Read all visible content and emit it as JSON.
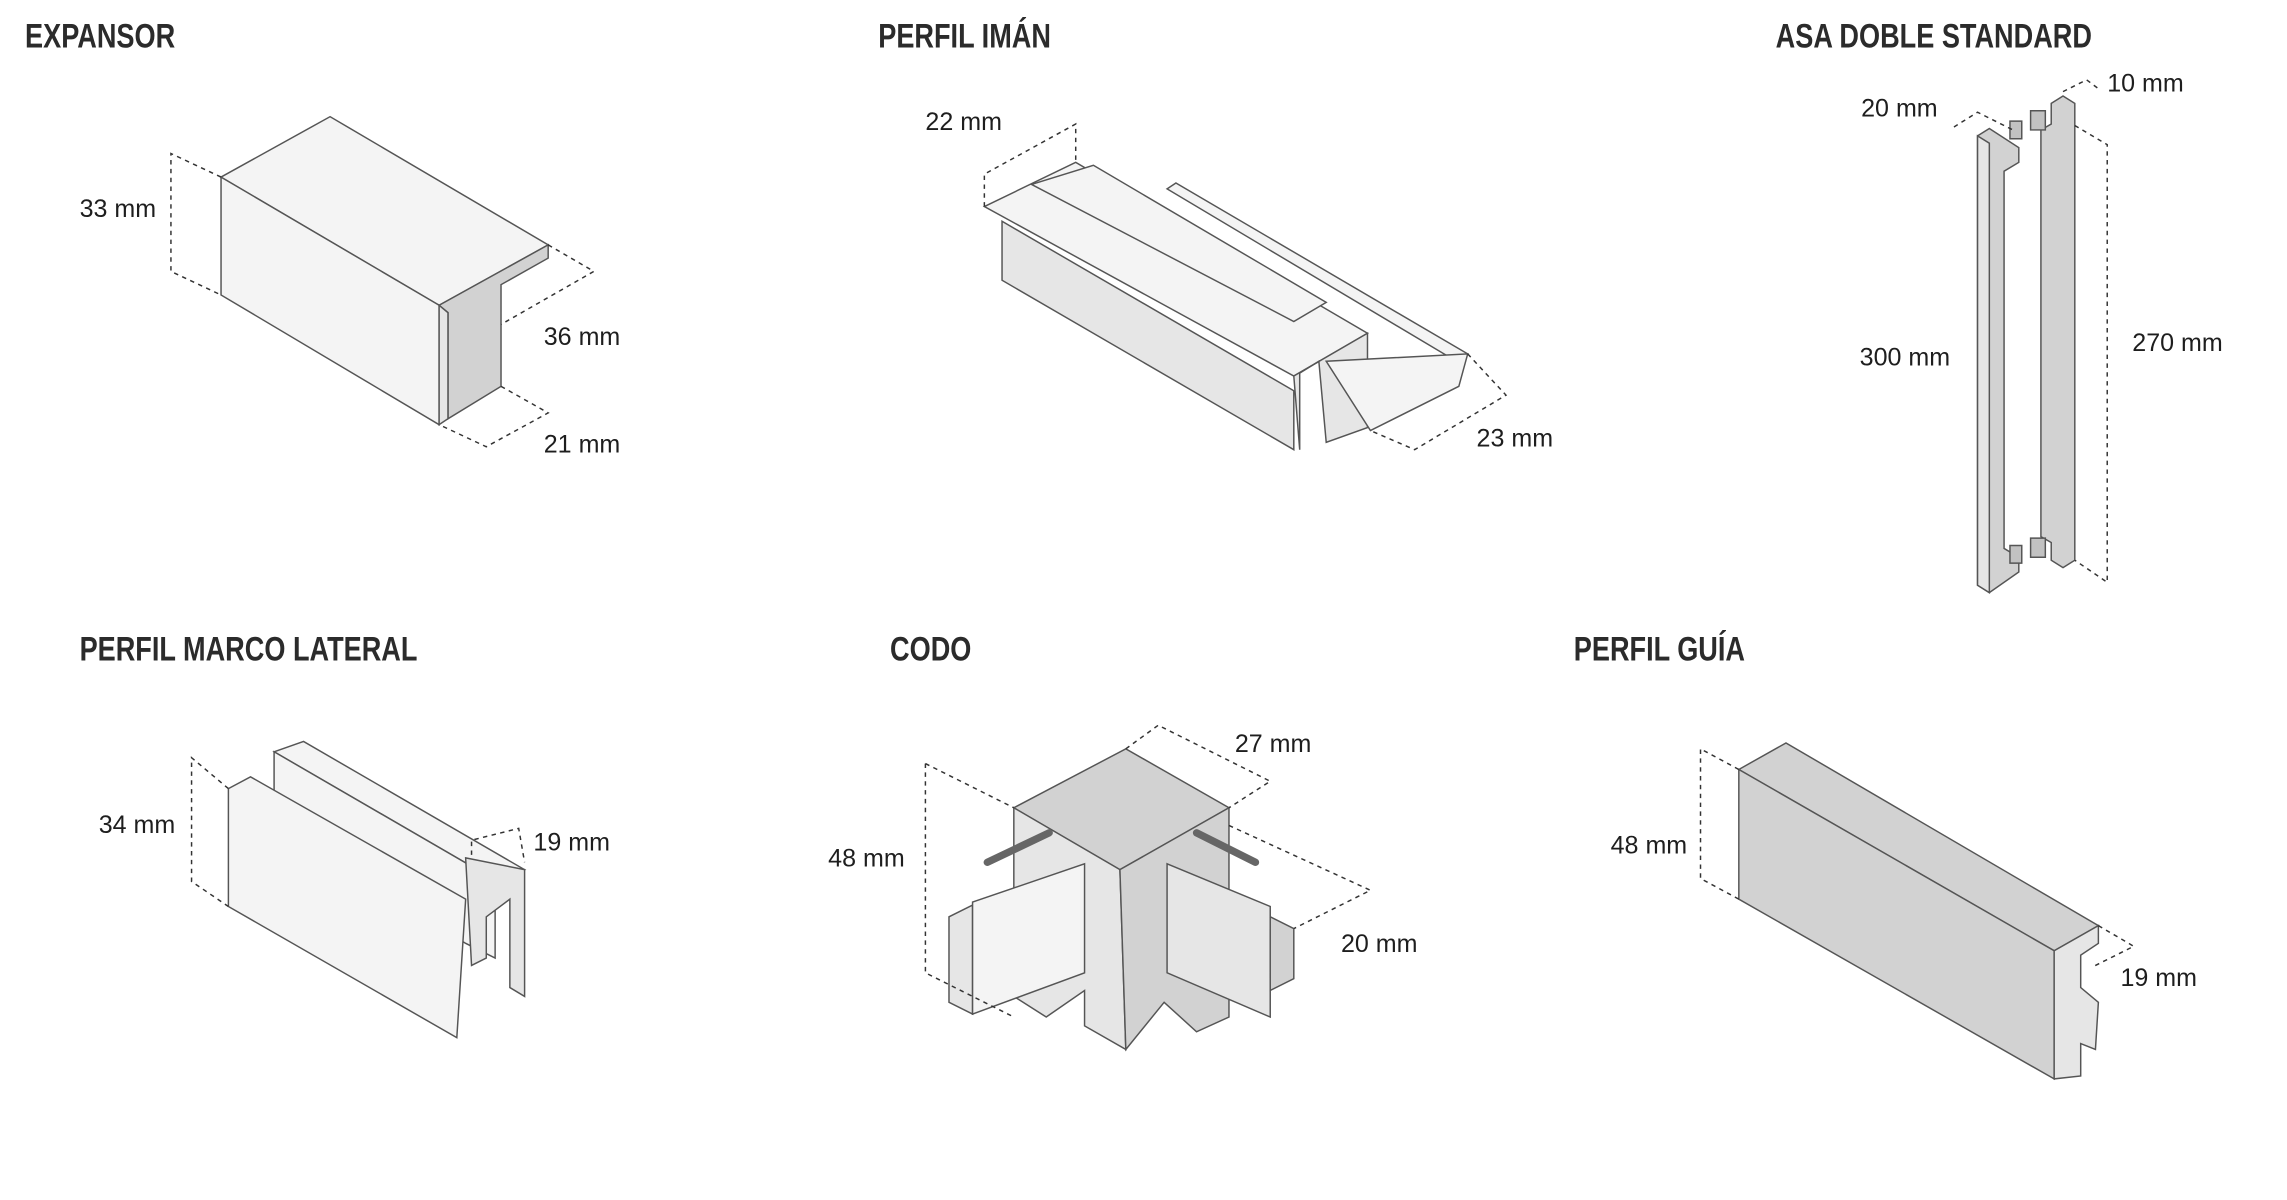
{
  "products": [
    {
      "title": "EXPANSOR",
      "dimensions": [
        "33 mm",
        "36 mm",
        "21 mm"
      ]
    },
    {
      "title": "PERFIL IMÁN",
      "dimensions": [
        "22 mm",
        "23 mm"
      ]
    },
    {
      "title": "ASA DOBLE STANDARD",
      "dimensions": [
        "20 mm",
        "10 mm",
        "300 mm",
        "270 mm"
      ]
    },
    {
      "title": "PERFIL MARCO LATERAL",
      "dimensions": [
        "34 mm",
        "19 mm"
      ]
    },
    {
      "title": "CODO",
      "dimensions": [
        "27 mm",
        "48 mm",
        "20 mm"
      ]
    },
    {
      "title": "PERFIL GUÍA",
      "dimensions": [
        "48 mm",
        "19 mm"
      ]
    }
  ]
}
